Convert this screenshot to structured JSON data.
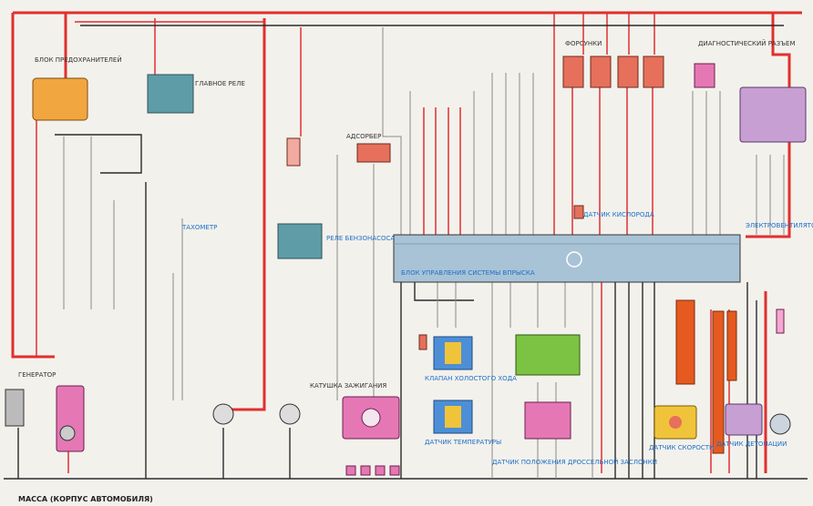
{
  "diagram": {
    "footer_left": "МАССА (КОРПУС АВТОМОБИЛЯ)",
    "labels": {
      "generator": "ГЕНЕРАТОР",
      "ecu": "БЛОК УПРАВЛЕНИЯ СИСТЕМЫ ВПРЫСКА",
      "fuel_pump_relay": "РЕЛЕ БЕНЗОНАСОСА",
      "ignition_coil": "КАТУШКА ЗАЖИГАНИЯ",
      "injectors": "ФОРСУНКИ",
      "idle_valve": "КЛАПАН ХОЛОСТОГО ХОДА",
      "throttle_sensor": "ДАТЧИК ПОЛОЖЕНИЯ ДРОССЕЛЬНОЙ ЗАСЛОНКИ",
      "coolant_sensor": "ДАТЧИК ТЕМПЕРАТУРЫ",
      "speed_sensor": "ДАТЧИК СКОРОСТИ",
      "knock_sensor": "ДАТЧИК ДЕТОНАЦИИ",
      "oxygen_sensor": "ДАТЧИК КИСЛОРОДА",
      "diagnostic": "ДИАГНОСТИЧЕСКИЙ РАЗЪЕМ",
      "main_relay": "ГЛАВНОЕ РЕЛЕ",
      "fuse_box": "БЛОК ПРЕДОХРАНИТЕЛЕЙ",
      "cooling_fan": "ЭЛЕКТРОВЕНТИЛЯТОР",
      "tachometer": "ТАХОМЕТР",
      "canister": "АДСОРБЕР"
    }
  },
  "colors": {
    "power_wire": "#e0302e",
    "ground_wire": "#2b2b2b",
    "signal_wire": "#8a8a8a",
    "ecu_fill": "#a9c3d6",
    "relay_fill": "#5e9da7",
    "fuse_fill": "#f2a640",
    "injector_fill": "#e6705b",
    "sensor_fill": "#e577b5",
    "coil_fill": "#f3a8d0",
    "green_fill": "#7cc243",
    "blue_fill": "#4d8fd6",
    "yellow_fill": "#f0c43a",
    "orange_fill": "#e65a1f",
    "purple_fill": "#c89fd2"
  }
}
